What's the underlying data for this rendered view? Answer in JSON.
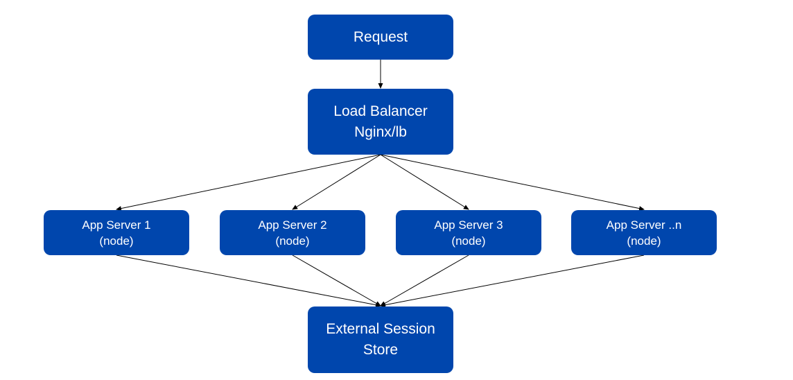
{
  "nodes": {
    "request": {
      "line1": "Request"
    },
    "load_balancer": {
      "line1": "Load Balancer",
      "line2": "Nginx/lb"
    },
    "app_servers": [
      {
        "line1": "App Server 1",
        "line2": "(node)"
      },
      {
        "line1": "App Server 2",
        "line2": "(node)"
      },
      {
        "line1": "App Server 3",
        "line2": "(node)"
      },
      {
        "line1": "App Server ..n",
        "line2": "(node)"
      }
    ],
    "session_store": {
      "line1": "External Session",
      "line2": "Store"
    }
  },
  "colors": {
    "node_fill": "#0046ad",
    "node_text": "#ffffff",
    "connector": "#000000"
  }
}
